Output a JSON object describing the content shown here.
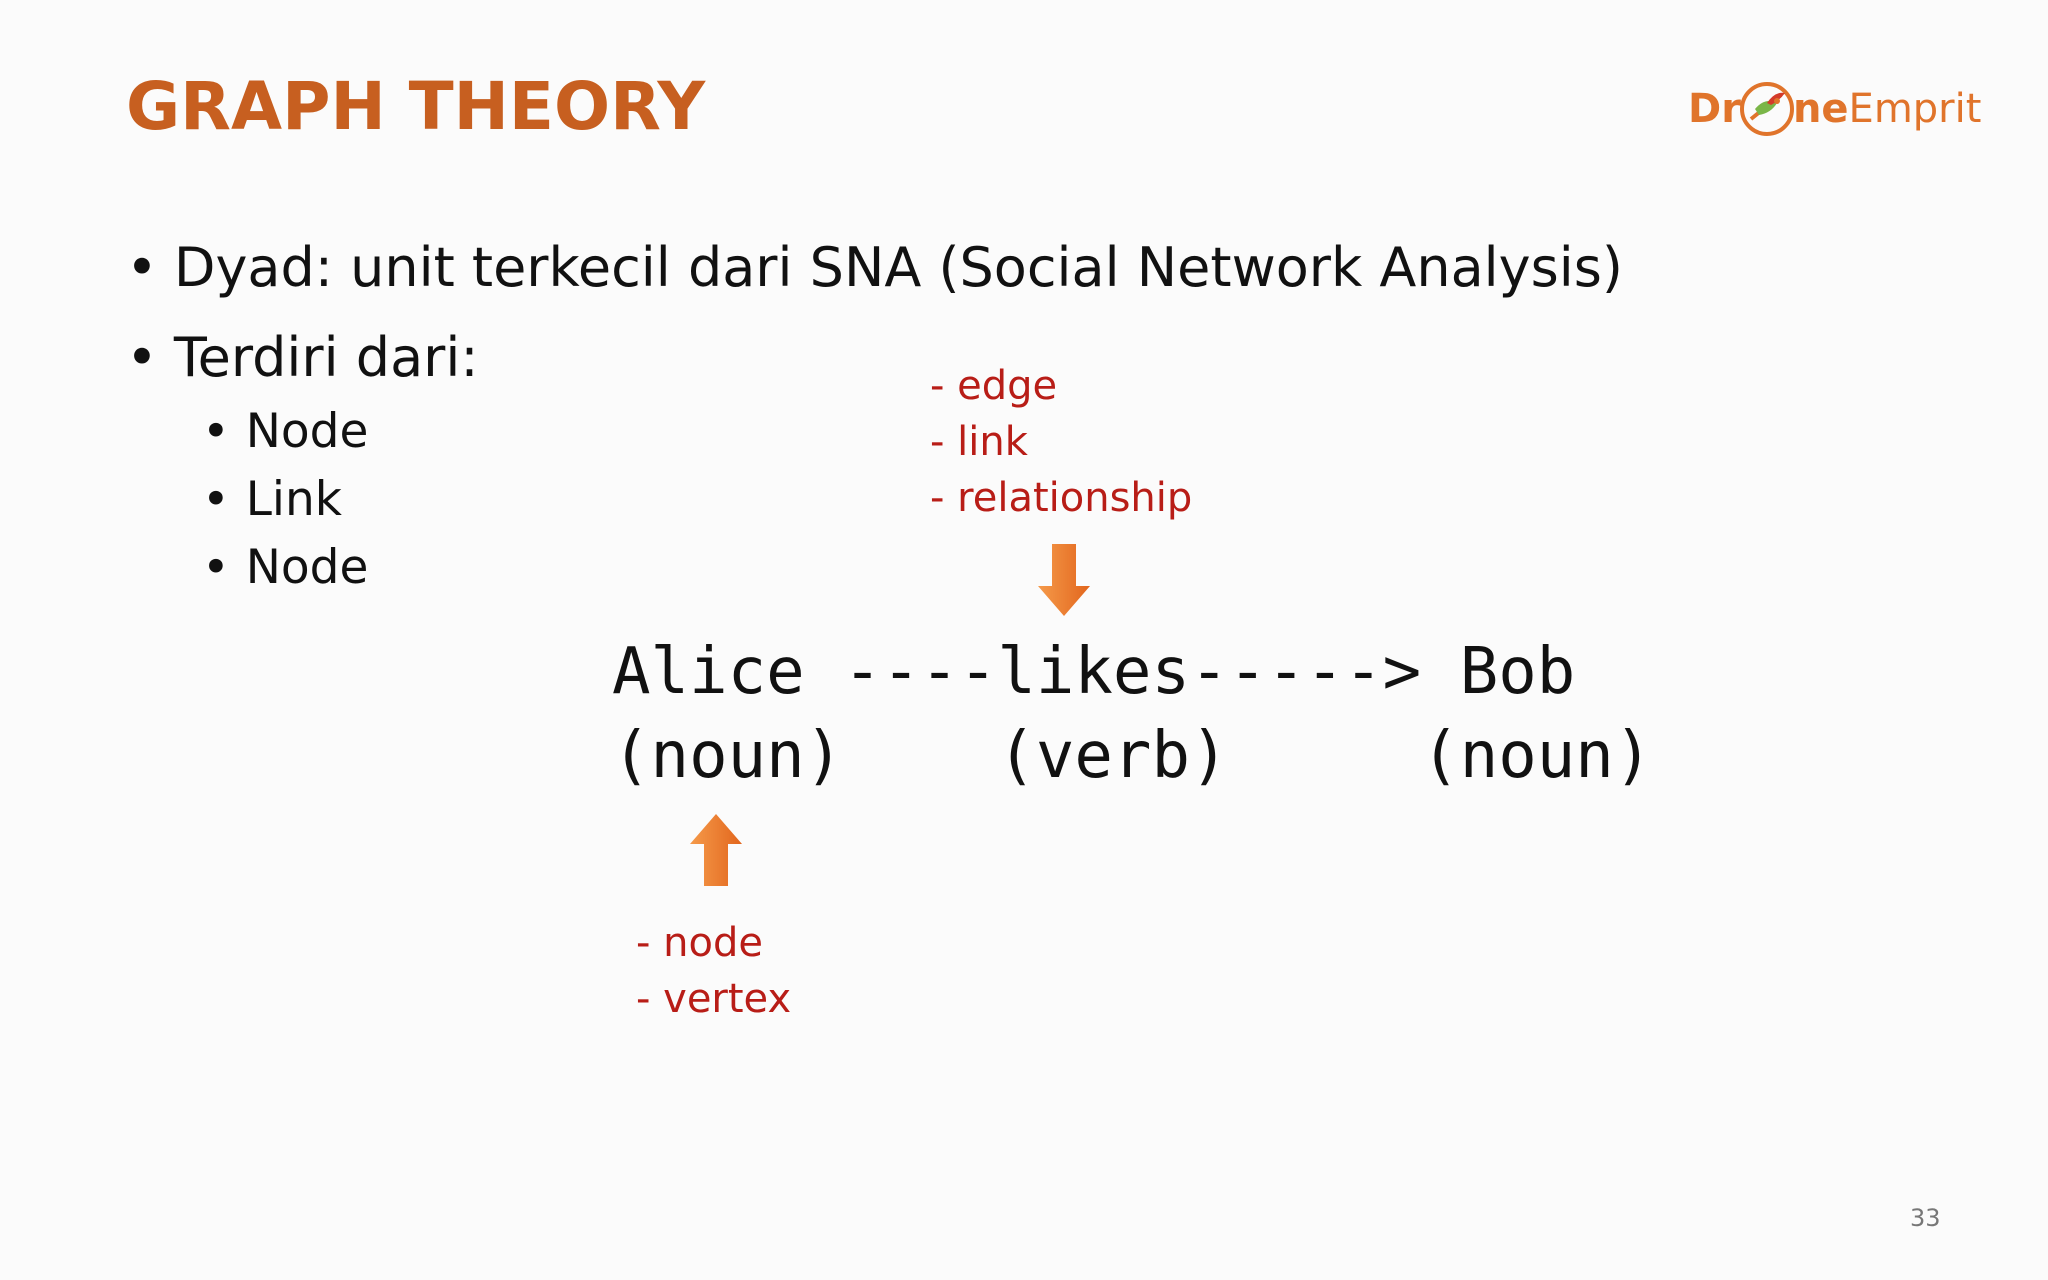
{
  "slide": {
    "title": "GRAPH THEORY",
    "logo": {
      "part1": "Dr",
      "part2": "ne",
      "part3": "Emprit"
    },
    "bullets": [
      "Dyad: unit terkecil dari SNA (Social Network Analysis)",
      "Terdiri dari:"
    ],
    "subbullets": [
      "Node",
      "Link",
      "Node"
    ],
    "edge_labels": [
      "- edge",
      "- link",
      "- relationship"
    ],
    "node_labels": [
      "- node",
      "- vertex"
    ],
    "diagram": {
      "row1": "Alice ----likes-----> Bob",
      "row2": "(noun)    (verb)     (noun)"
    },
    "page_number": "33",
    "colors": {
      "title": "#c75f20",
      "annotation": "#b81d17",
      "arrow": "#f07a2a"
    }
  }
}
